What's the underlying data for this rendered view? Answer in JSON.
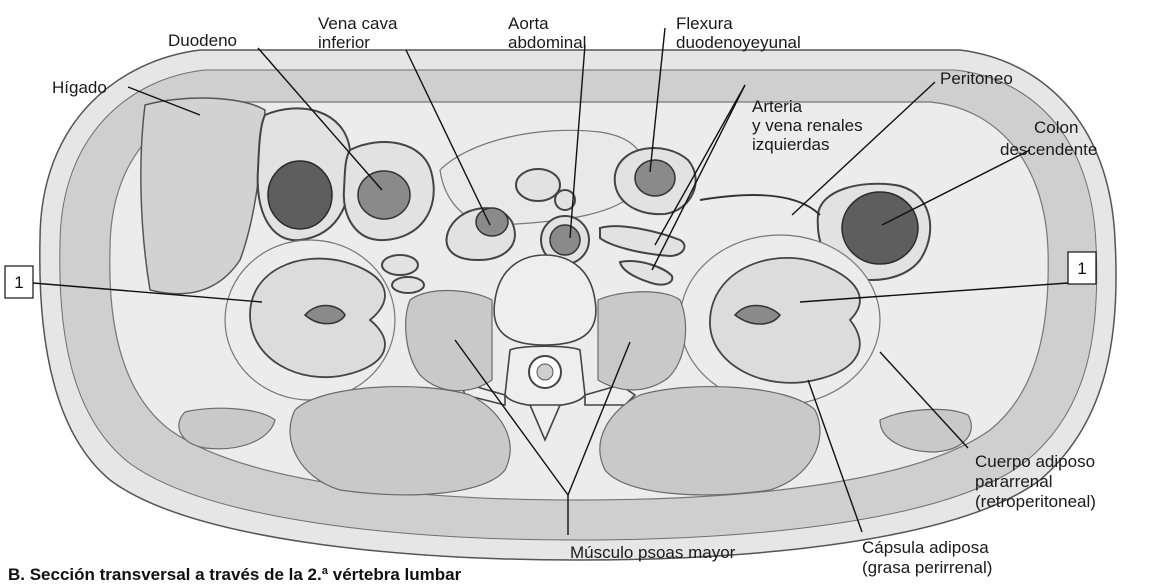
{
  "caption": "B. Sección transversal a través de la 2.ª vértebra lumbar",
  "labels": {
    "higado": "Hígado",
    "duodeno": "Duodeno",
    "vena_cava_1": "Vena cava",
    "vena_cava_2": "inferior",
    "aorta_1": "Aorta",
    "aorta_2": "abdominal",
    "flexura_1": "Flexura",
    "flexura_2": "duodenoyeyunal",
    "peritoneo": "Peritoneo",
    "arteria_1": "Arteria",
    "arteria_2": "y vena renales",
    "arteria_3": "izquierdas",
    "colon_1": "Colon",
    "colon_2": "descendente",
    "cuerpo_1": "Cuerpo adiposo",
    "cuerpo_2": "pararrenal",
    "cuerpo_3": "(retroperitoneal)",
    "capsula_1": "Cápsula adiposa",
    "capsula_2": "(grasa perirrenal)",
    "psoas": "Músculo psoas mayor"
  },
  "callouts": {
    "left": "1",
    "right": "1"
  },
  "colors": {
    "tissue": "#cfcfcf",
    "lumen": "#8a8a8a",
    "outline": "#444444"
  }
}
